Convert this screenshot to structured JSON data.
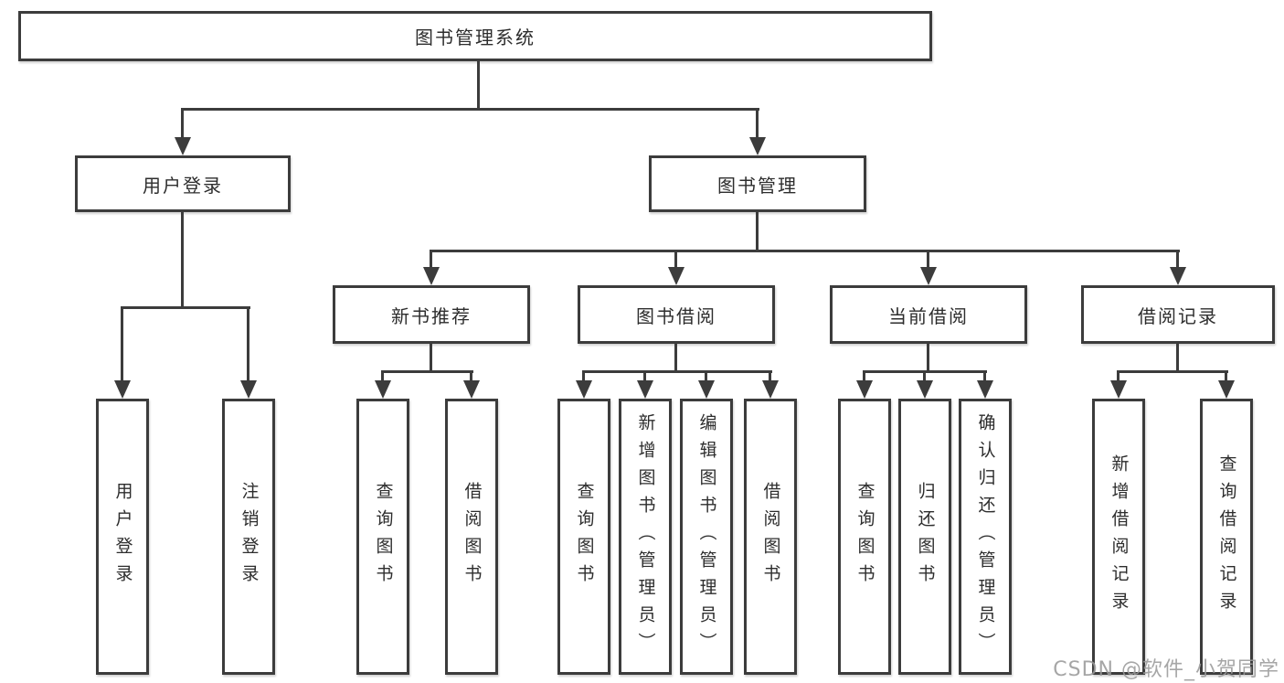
{
  "root": {
    "label": "图书管理系统"
  },
  "branches": [
    {
      "label": "用户登录",
      "children": [
        {
          "label": "用户登录"
        },
        {
          "label": "注销登录"
        }
      ]
    },
    {
      "label": "图书管理",
      "children": [
        {
          "label": "新书推荐",
          "children": [
            {
              "label": "查询图书"
            },
            {
              "label": "借阅图书"
            }
          ]
        },
        {
          "label": "图书借阅",
          "children": [
            {
              "label": "查询图书"
            },
            {
              "label": "新增图书（管理员）"
            },
            {
              "label": "编辑图书（管理员）"
            },
            {
              "label": "借阅图书"
            }
          ]
        },
        {
          "label": "当前借阅",
          "children": [
            {
              "label": "查询图书"
            },
            {
              "label": "归还图书"
            },
            {
              "label": "确认归还（管理员）"
            }
          ]
        },
        {
          "label": "借阅记录",
          "children": [
            {
              "label": "新增借阅记录"
            },
            {
              "label": "查询借阅记录"
            }
          ]
        }
      ]
    }
  ],
  "watermark": "CSDN @软件_小贺同学"
}
